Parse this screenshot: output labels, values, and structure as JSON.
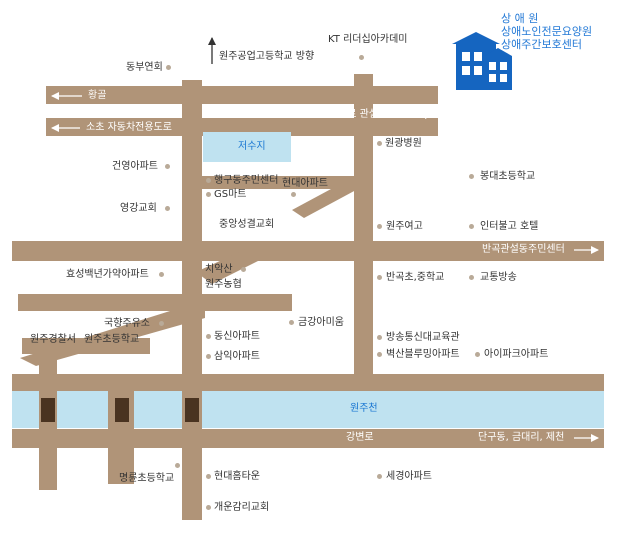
{
  "facility": {
    "names": [
      "상 애 원",
      "상애노인전문요양원",
      "상애주간보호센터"
    ],
    "icon": "house-icon",
    "icon_color": "#1565c0"
  },
  "colors": {
    "road": "#b09478",
    "river": "#bfe2f0",
    "bridge": "#4a3320",
    "label": "#333333",
    "place_label": "#1976d2"
  },
  "roads": {
    "hwanggol": "황골",
    "soso_expressway": "소초 자동차전용도로",
    "expressway_link": "자동차전용도로 관설",
    "bangok": "반곡관설동주민센터",
    "gangbyeon": "강변로",
    "dangu": "단구동, 금대리, 제천",
    "wonju_tech": "원주공업고등학교 방향"
  },
  "water": {
    "reservoir": "저수지",
    "river": "원주천"
  },
  "places": {
    "kt_academy": "KT 리더십아카데미",
    "dongbu_ice": "동부연회",
    "geonyoung": "건영아파트",
    "yeonggang_church": "영강교회",
    "haenggu_center": "행구동주민센터",
    "gs_mart": "GS마트",
    "hyundai_apt": "현대아파트",
    "jungang_church": "중앙성결교회",
    "wonkwang_hospital": "원광병원",
    "bongdae_school": "봉대초등학교",
    "wonju_girls_high": "원주여고",
    "interbulgo_hotel": "인터불고 호텔",
    "hyoseong": "효성백년가약아파트",
    "chiaksan": "치악산",
    "wonju_nonghyup": "원주농협",
    "bangok_school": "반곡초,중학교",
    "traffic_broadcast": "교통방송",
    "gukhyang": "국향주유소",
    "geumgang": "금강아미움",
    "dongsin_apt": "동신아파트",
    "wonju_police": "원주경찰서",
    "wonju_elem": "원주초등학교",
    "samik_apt": "삼익아파트",
    "broadcast_univ": "방송통신대교육관",
    "byeoksan": "벽산블루밍아파트",
    "ipark": "아이파크아파트",
    "myeongryun": "명륜초등학교",
    "hyundai_hometown": "현대홈타운",
    "segyeong": "세경아파트",
    "gaeun_church": "개운감리교회"
  }
}
